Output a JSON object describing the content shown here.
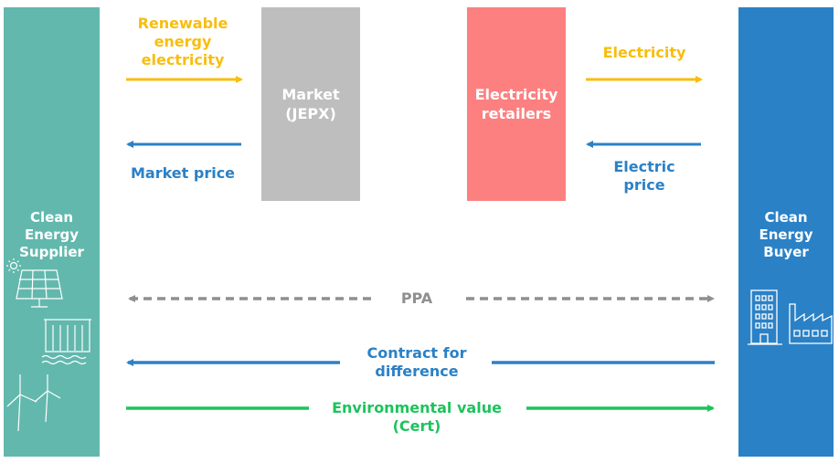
{
  "supplier": {
    "label": "Clean\nEnergy\nSupplier",
    "color": "#63b8ad"
  },
  "buyer": {
    "label": "Clean\nEnergy\nBuyer",
    "color": "#2b81c6"
  },
  "market": {
    "label": "Market\n(JEPX)"
  },
  "retailers": {
    "label": "Electricity\nretailers"
  },
  "flows": {
    "renewable": "Renewable\nenergy\nelectricity",
    "market_price": "Market price",
    "electricity": "Electricity",
    "electric_price": "Electric\nprice",
    "ppa": "PPA",
    "cfd": "Contract for\ndifference",
    "env_value": "Environmental value\n(Cert)"
  },
  "colors": {
    "yellow": "#f7be0f",
    "blue": "#2b81c6",
    "green": "#1dc35c",
    "gray": "#8f8f8f"
  }
}
